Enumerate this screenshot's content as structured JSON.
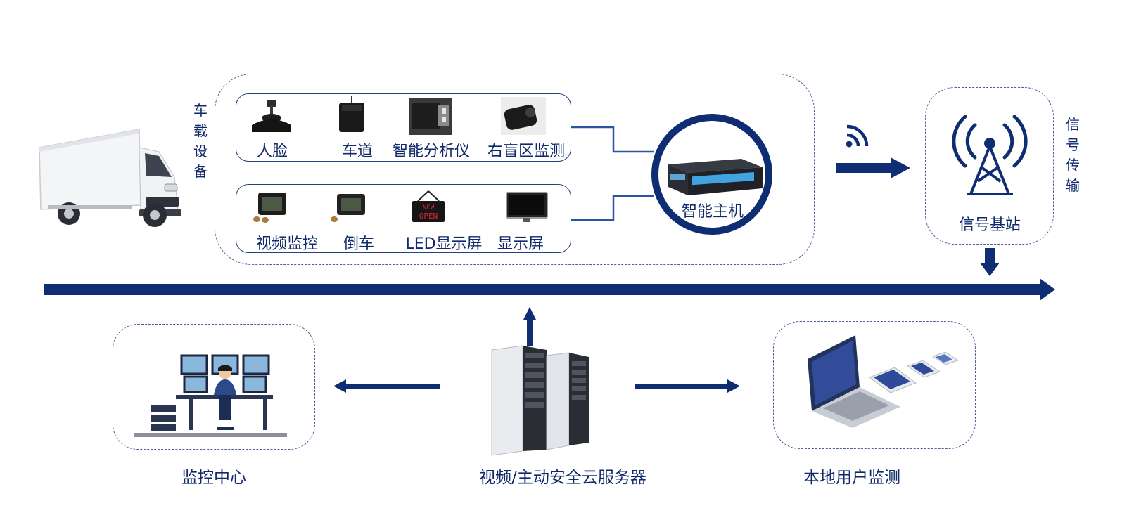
{
  "colors": {
    "primary": "#0f2d72",
    "dashed": "#4a5f9a",
    "label": "#10296b"
  },
  "vehicle": {
    "side_label": "车载设备"
  },
  "top_devices": [
    {
      "label": "人脸",
      "icon": "face-camera-icon"
    },
    {
      "label": "车道",
      "icon": "lane-sensor-icon"
    },
    {
      "label": "智能分析仪",
      "icon": "analyzer-icon"
    },
    {
      "label": "右盲区监测",
      "icon": "blind-spot-camera-icon"
    }
  ],
  "bottom_devices": [
    {
      "label": "视频监控",
      "icon": "video-camera-icon"
    },
    {
      "label": "倒车",
      "icon": "reverse-camera-icon"
    },
    {
      "label": "LED显示屏",
      "icon": "led-sign-icon"
    },
    {
      "label": "显示屏",
      "icon": "monitor-icon"
    }
  ],
  "host": {
    "label": "智能主机"
  },
  "transmission": {
    "side_label": "信号传输",
    "station_label": "信号基站"
  },
  "bottom": {
    "monitor_center": "监控中心",
    "server": "视频/主动安全云服务器",
    "local_user": "本地用户监测"
  }
}
